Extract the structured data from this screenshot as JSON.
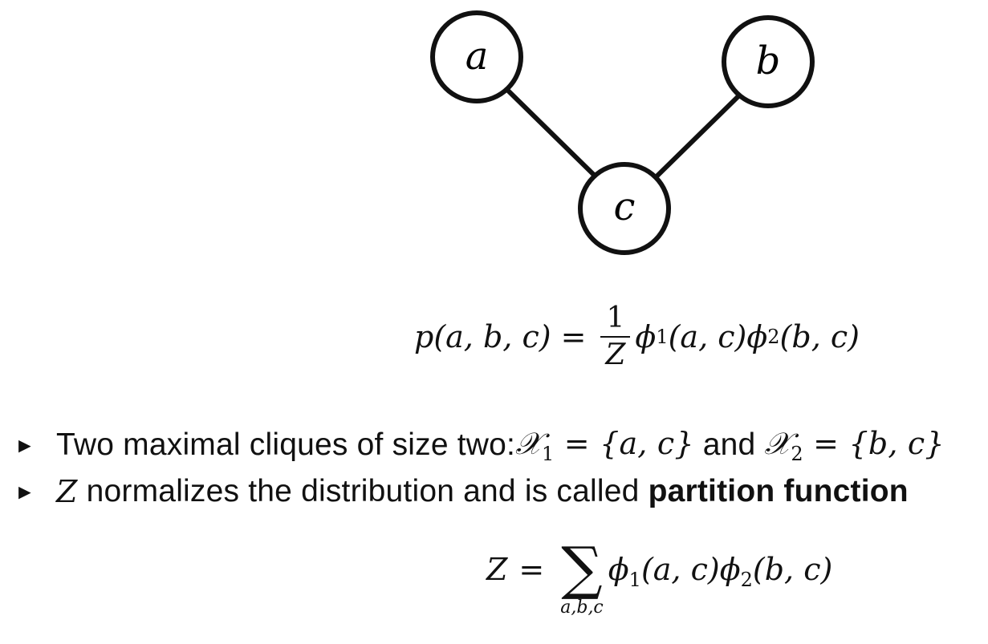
{
  "graph": {
    "nodes": [
      {
        "id": "a",
        "label": "a"
      },
      {
        "id": "b",
        "label": "b"
      },
      {
        "id": "c",
        "label": "c"
      }
    ],
    "edges": [
      {
        "from": "a",
        "to": "c"
      },
      {
        "from": "b",
        "to": "c"
      }
    ]
  },
  "joint": {
    "lhs": "p(a, b, c)",
    "eq": "=",
    "frac_num": "1",
    "frac_den": "Z",
    "phi1": "ϕ",
    "phi1_sub": "1",
    "phi1_args": "(a, c)",
    "phi2": "ϕ",
    "phi2_sub": "2",
    "phi2_args": "(b, c)"
  },
  "bullets": {
    "marker": "►",
    "b1_text": "Two maximal cliques of size two: ",
    "b1_x1": "𝒳",
    "b1_x1_sub": "1",
    "b1_set1": " = {a, c}",
    "b1_and": " and ",
    "b1_x2": "𝒳",
    "b1_x2_sub": "2",
    "b1_set2": " = {b, c}",
    "b2_z": "Z",
    "b2_text": " normalizes the distribution and is called ",
    "b2_bold": "partition function"
  },
  "partition": {
    "lhs": "Z",
    "eq": "=",
    "sigma": "∑",
    "limits": "a,b,c",
    "phi1": "ϕ",
    "phi1_sub": "1",
    "phi1_args": "(a, c)",
    "phi2": "ϕ",
    "phi2_sub": "2",
    "phi2_args": "(b, c)"
  }
}
